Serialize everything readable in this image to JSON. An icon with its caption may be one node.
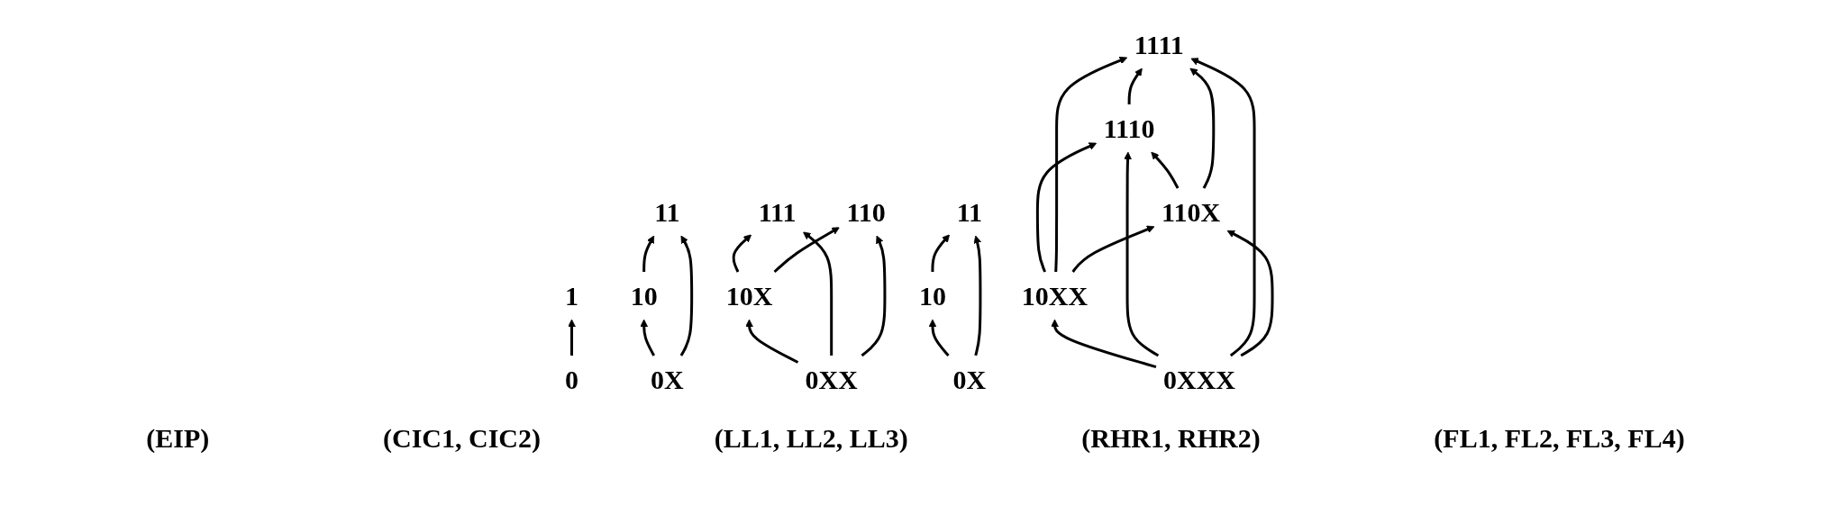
{
  "diagram": {
    "nodes": [
      {
        "text": [
          "1"
        ]
      },
      {
        "text": [
          "0"
        ]
      },
      {
        "text": [
          "11"
        ]
      },
      {
        "text": [
          "10"
        ]
      },
      {
        "text": [
          "0X"
        ]
      },
      {
        "text": [
          "111"
        ]
      },
      {
        "text": [
          "110"
        ]
      },
      {
        "text": [
          "10X"
        ]
      },
      {
        "text": [
          "0XX"
        ]
      },
      {
        "text": [
          "11"
        ]
      },
      {
        "text": [
          "10"
        ]
      },
      {
        "text": [
          "0X"
        ]
      },
      {
        "text": [
          "1111"
        ]
      },
      {
        "text": [
          "1110"
        ]
      },
      {
        "text": [
          "110X"
        ]
      },
      {
        "text": [
          "10XX"
        ]
      },
      {
        "text": [
          "0XXX"
        ]
      }
    ],
    "edges": [
      {
        "from": 1,
        "to": 0,
        "arrow": "to"
      },
      {
        "from": 4,
        "to": 3,
        "arrow": "to"
      },
      {
        "from": 4,
        "to": 2,
        "arrow": "to"
      },
      {
        "from": 3,
        "to": 2,
        "arrow": "to"
      },
      {
        "from": 8,
        "to": 7,
        "arrow": "to"
      },
      {
        "from": 8,
        "to": 5,
        "arrow": "to"
      },
      {
        "from": 8,
        "to": 6,
        "arrow": "to"
      },
      {
        "from": 7,
        "to": 5,
        "arrow": "to"
      },
      {
        "from": 7,
        "to": 6,
        "arrow": "to"
      },
      {
        "from": 11,
        "to": 10,
        "arrow": "to"
      },
      {
        "from": 11,
        "to": 9,
        "arrow": "to"
      },
      {
        "from": 10,
        "to": 9,
        "arrow": "to"
      },
      {
        "from": 16,
        "to": 15,
        "arrow": "to"
      },
      {
        "from": 16,
        "to": 13,
        "arrow": "to"
      },
      {
        "from": 16,
        "to": 12,
        "arrow": "to"
      },
      {
        "from": 16,
        "to": 14,
        "arrow": "to"
      },
      {
        "from": 15,
        "to": 13,
        "arrow": "to"
      },
      {
        "from": 15,
        "to": 12,
        "arrow": "to"
      },
      {
        "from": 15,
        "to": 14,
        "arrow": "to"
      },
      {
        "from": 14,
        "to": 13,
        "arrow": "to"
      },
      {
        "from": 14,
        "to": 12,
        "arrow": "to"
      },
      {
        "from": 13,
        "to": 12,
        "arrow": "to"
      }
    ],
    "labels": [
      "(EIP)",
      "(CIC1, CIC2)",
      "(LL1, LL2, LL3)",
      "(RHR1, RHR2)",
      "(FL1, FL2, FL3, FL4)"
    ]
  }
}
